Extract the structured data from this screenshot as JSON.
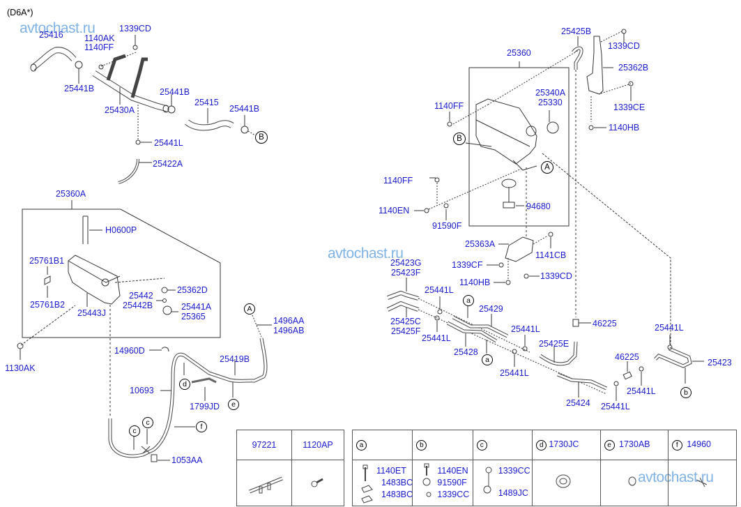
{
  "header": {
    "variant": "(D6A*)"
  },
  "watermarks": [
    "avtochast.ru",
    "avtochast.ru",
    "avtochast.ru"
  ],
  "upper_left": {
    "labels": [
      "25416",
      "1140AK",
      "1140FF",
      "1339CD",
      "25441B",
      "25441B",
      "25430A",
      "25415",
      "25441B",
      "25441L",
      "25422A"
    ],
    "ref_B": "B"
  },
  "reservoir_a": {
    "kit": "25360A",
    "labels": [
      "H0600P",
      "25761B1",
      "25761B2",
      "25443J",
      "25442",
      "25442B",
      "25362D",
      "25441A",
      "25365",
      "1130AK"
    ]
  },
  "lower_hoses": {
    "labels": [
      "1496AA",
      "1496AB",
      "14960D",
      "25419B",
      "10693",
      "1799JD",
      "1053AA"
    ],
    "ref_A": "A",
    "marks": [
      "d",
      "e",
      "f",
      "c",
      "c"
    ]
  },
  "reservoir_main": {
    "kit": "25360",
    "labels": [
      "25425B",
      "1339CD",
      "25362B",
      "25340A",
      "25330",
      "1140FF",
      "1339CE",
      "1140HB",
      "1140FF",
      "1140EN",
      "91590F",
      "94680"
    ],
    "ref_A": "A",
    "ref_B": "B"
  },
  "bracket": {
    "labels": [
      "25363A",
      "1141CB",
      "1339CF",
      "1140HB",
      "1339CD"
    ]
  },
  "right_hoses": {
    "labels": [
      "25423G",
      "25423F",
      "25425C",
      "25425F",
      "25441L",
      "25441L",
      "25429",
      "25428",
      "25441L",
      "25441L",
      "25425E",
      "46225",
      "25424",
      "25441L",
      "46225",
      "25441L",
      "25441L",
      "25423"
    ],
    "marks": [
      "a",
      "a",
      "b"
    ]
  },
  "legend_left": {
    "columns": [
      {
        "header": "97221"
      },
      {
        "header": "1120AP"
      }
    ]
  },
  "legend_right": {
    "columns": [
      {
        "mark": "a",
        "part": "",
        "items": [
          "1140ET",
          "1483BC",
          "1483BC"
        ]
      },
      {
        "mark": "b",
        "part": "",
        "items": [
          "1140EN",
          "91590F",
          "1339CC"
        ]
      },
      {
        "mark": "c",
        "part": "",
        "items": [
          "1339CC",
          "1489JC"
        ]
      },
      {
        "mark": "d",
        "part": "1730JC",
        "items": []
      },
      {
        "mark": "e",
        "part": "1730AB",
        "items": []
      },
      {
        "mark": "f",
        "part": "14960",
        "items": []
      }
    ]
  }
}
